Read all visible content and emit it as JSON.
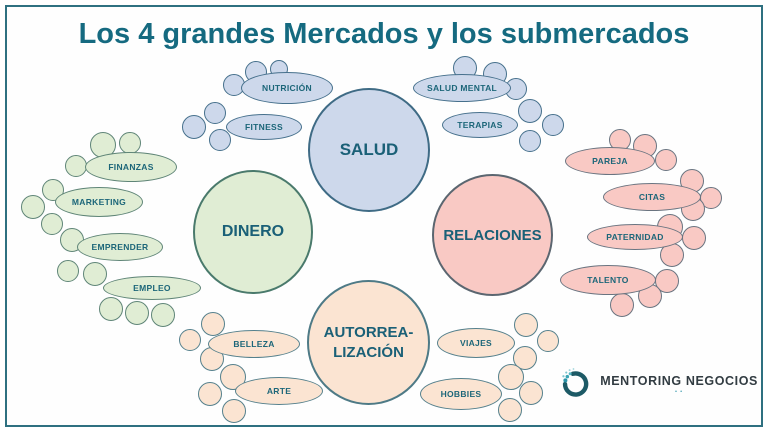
{
  "title": "Los 4 grandes Mercados y los submercados",
  "markets": {
    "salud": {
      "label": "SALUD",
      "fill": "#cdd8eb"
    },
    "dinero": {
      "label": "DINERO",
      "fill": "#e0edd4"
    },
    "relaciones": {
      "label": "RELACIONES",
      "fill": "#f9c9c4"
    },
    "autorrealizacion": {
      "line1": "AUTORREA-",
      "line2": "LIZACIÓN",
      "fill": "#fbe4d2"
    }
  },
  "submarkets": {
    "nutricion": {
      "label": "NUTRICIÓN",
      "market": "salud"
    },
    "fitness": {
      "label": "FITNESS",
      "market": "salud"
    },
    "salud_mental": {
      "label": "SALUD MENTAL",
      "market": "salud"
    },
    "terapias": {
      "label": "TERAPIAS",
      "market": "salud"
    },
    "finanzas": {
      "label": "FINANZAS",
      "market": "dinero"
    },
    "marketing": {
      "label": "MARKETING",
      "market": "dinero"
    },
    "emprender": {
      "label": "EMPRENDER",
      "market": "dinero"
    },
    "empleo": {
      "label": "EMPLEO",
      "market": "dinero"
    },
    "pareja": {
      "label": "PAREJA",
      "market": "relaciones"
    },
    "citas": {
      "label": "CITAS",
      "market": "relaciones"
    },
    "paternidad": {
      "label": "PATERNIDAD",
      "market": "relaciones"
    },
    "talento": {
      "label": "TALENTO",
      "market": "relaciones"
    },
    "belleza": {
      "label": "BELLEZA",
      "market": "autorrealizacion"
    },
    "arte": {
      "label": "ARTE",
      "market": "autorrealizacion"
    },
    "viajes": {
      "label": "VIAJES",
      "market": "autorrealizacion"
    },
    "hobbies": {
      "label": "HOBBIES",
      "market": "autorrealizacion"
    }
  },
  "logo": {
    "brand": "MENTORING NEGOCIOS",
    "submark": "• •"
  },
  "colors": {
    "title": "#156a80",
    "label": "#1c6679",
    "frame_border": "#2e7080",
    "salud_fill": "#cdd8eb",
    "dinero_fill": "#e0edd4",
    "relaciones_fill": "#f9c9c4",
    "autorrealizacion_fill": "#fbe4d2",
    "logo_teal": "#2a93a8"
  }
}
